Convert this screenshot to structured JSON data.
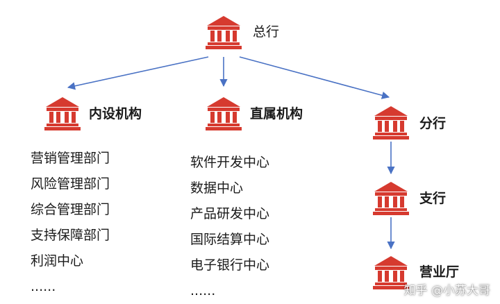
{
  "colors": {
    "icon": "#d63a2f",
    "arrow": "#4a72c4"
  },
  "root": {
    "label": "总行",
    "icon": "bank-icon"
  },
  "internal": {
    "label": "内设机构",
    "icon": "bank-icon",
    "items": [
      "营销管理部门",
      "风险管理部门",
      "综合管理部门",
      "支持保障部门",
      "利润中心",
      "......"
    ]
  },
  "direct": {
    "label": "直属机构",
    "icon": "bank-icon",
    "items": [
      "软件开发中心",
      "数据中心",
      "产品研发中心",
      "国际结算中心",
      "电子银行中心",
      "......"
    ]
  },
  "branch": {
    "label": "分行",
    "icon": "bank-icon"
  },
  "subbranch": {
    "label": "支行",
    "icon": "bank-icon"
  },
  "outlet": {
    "label": "营业厅",
    "icon": "bank-icon"
  },
  "watermark": "知乎 @小苏大哥"
}
